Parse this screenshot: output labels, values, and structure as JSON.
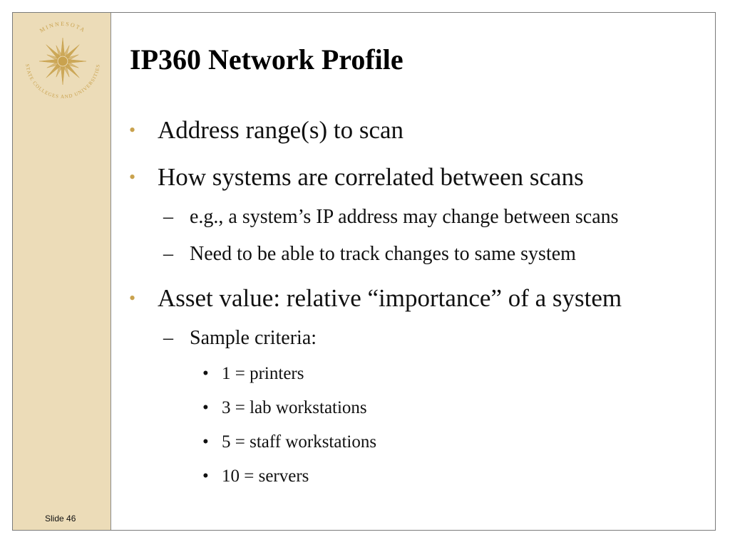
{
  "slide": {
    "title": "IP360 Network Profile",
    "slide_number": "Slide 46",
    "logo": {
      "icon": "minnesota-state-colleges-and-universities-seal",
      "top_text": "MINNESOTA",
      "ring_text": "STATE COLLEGES AND UNIVERSITIES",
      "color": "#c9a24e"
    },
    "colors": {
      "sidebar": "#ecdcb8",
      "bullet": "#c9a24e"
    },
    "bullets": [
      {
        "level": 1,
        "marker": "•",
        "text": "Address range(s) to scan"
      },
      {
        "level": 1,
        "marker": "•",
        "text": "How systems are correlated between scans"
      },
      {
        "level": 2,
        "marker": "–",
        "text": "e.g., a system’s IP address may change between scans"
      },
      {
        "level": 2,
        "marker": "–",
        "text": "Need to be able to track changes to same system"
      },
      {
        "level": 1,
        "marker": "•",
        "text": "Asset value: relative “importance” of a system"
      },
      {
        "level": 2,
        "marker": "–",
        "text": "Sample criteria:"
      },
      {
        "level": 3,
        "marker": "•",
        "text": "1 = printers"
      },
      {
        "level": 3,
        "marker": "•",
        "text": "3 = lab workstations"
      },
      {
        "level": 3,
        "marker": "•",
        "text": "5 = staff workstations"
      },
      {
        "level": 3,
        "marker": "•",
        "text": "10 = servers"
      }
    ]
  }
}
